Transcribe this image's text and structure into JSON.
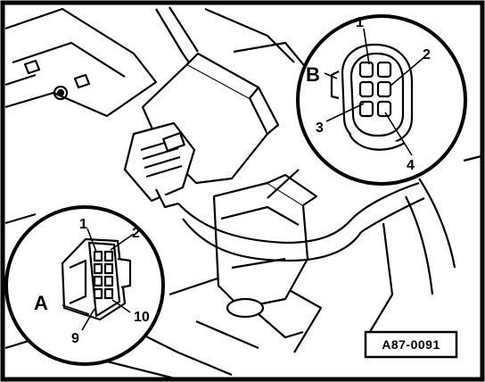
{
  "figure": {
    "reference_code": "A87-0091",
    "detail_a": {
      "letter": "A",
      "pins": [
        "1",
        "2",
        "9",
        "10"
      ]
    },
    "detail_b": {
      "letter": "B",
      "pins": [
        "1",
        "2",
        "3",
        "4"
      ]
    }
  },
  "colors": {
    "line": "#000000",
    "background": "#ffffff"
  }
}
